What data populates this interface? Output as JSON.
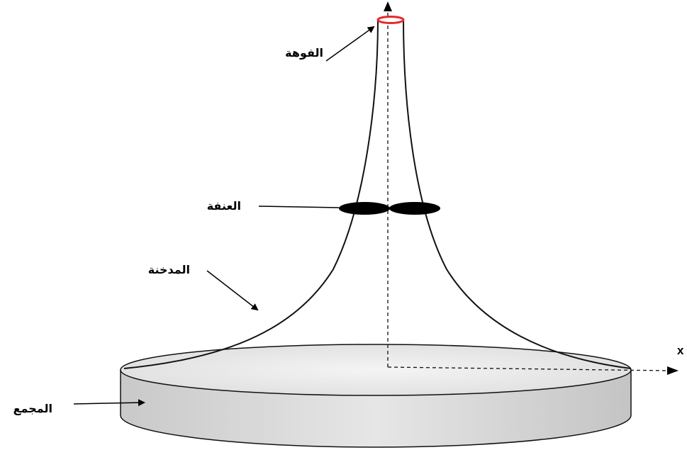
{
  "labels": {
    "nozzle": "الفوهة",
    "turbine": "العنفة",
    "chimney": "المدخنة",
    "collector": "المجمع",
    "x_axis": "x"
  },
  "colors": {
    "nozzle_ring": "#e8282a",
    "collector_fill": "#dcdcdc",
    "collector_top": "#ececec",
    "outline": "#111111"
  }
}
